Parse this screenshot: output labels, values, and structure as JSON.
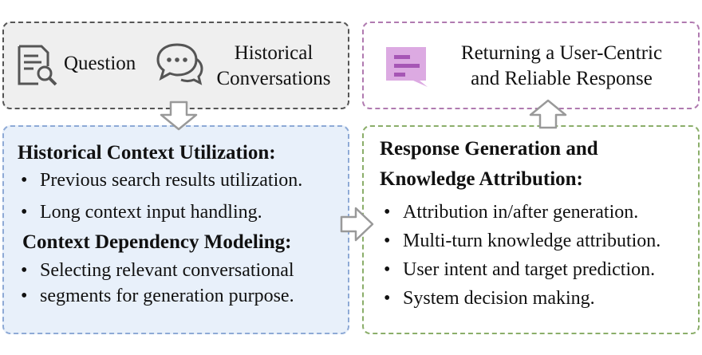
{
  "input": {
    "question_label": "Question",
    "historical_line1": "Historical",
    "historical_line2": "Conversations",
    "icons": [
      "document-search-icon",
      "chat-bubbles-icon"
    ]
  },
  "output": {
    "line1": "Returning a User-Centric",
    "line2": "and Reliable Response",
    "icon": "message-icon"
  },
  "context": {
    "heading1": "Historical Context Utilization:",
    "items1": [
      "Previous search results utilization.",
      "Long context input handling."
    ],
    "heading2": "Context Dependency Modeling:",
    "items2": [
      "Selecting relevant conversational",
      "segments for generation purpose."
    ]
  },
  "response": {
    "heading_line1": "Response Generation and",
    "heading_line2": "Knowledge Attribution:",
    "items": [
      "Attribution in/after generation.",
      "Multi-turn knowledge attribution.",
      "User intent and target prediction.",
      "System decision making."
    ]
  },
  "colors": {
    "input_border": "#555555",
    "output_border": "#b07ab0",
    "context_border": "#8eaad6",
    "context_fill": "#e8f0fa",
    "response_border": "#8bae6a",
    "icon_gray": "#555555",
    "icon_purple": "#d9a8df"
  }
}
